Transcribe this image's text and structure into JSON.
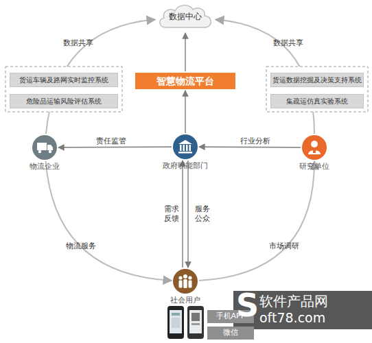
{
  "diagram": {
    "nodes": [
      {
        "text": [
          "数据中心"
        ]
      },
      {
        "text": [
          "货运车辆及路网实时监控系统"
        ]
      },
      {
        "text": [
          "智慧物流平台"
        ]
      },
      {
        "text": [
          "货运数据挖掘及决策支持系统"
        ]
      },
      {
        "text": [
          "危险品运输风险评估系统"
        ]
      },
      {
        "text": [
          "集疏运仿真实验系统"
        ]
      },
      {
        "text": [
          "物流企业"
        ]
      },
      {
        "text": [
          "政府职能部门"
        ]
      },
      {
        "text": [
          "研究单位"
        ]
      },
      {
        "text": [
          "社会用户"
        ]
      },
      {
        "text": [
          "手机APP"
        ]
      },
      {
        "text": [
          "微信"
        ]
      }
    ],
    "edges": [
      {
        "from": 6,
        "to": 0,
        "label": "数据共享",
        "arrow": "to"
      },
      {
        "from": 8,
        "to": 0,
        "label": "数据共享",
        "arrow": "to"
      },
      {
        "from": 2,
        "to": 0,
        "arrow": "to"
      },
      {
        "from": 7,
        "to": 2,
        "arrow": "to"
      },
      {
        "from": 7,
        "to": 6,
        "label": "责任监管",
        "arrow": "to"
      },
      {
        "from": 8,
        "to": 7,
        "label": "行业分析",
        "arrow": "to"
      },
      {
        "from": 6,
        "to": 9,
        "label": "物流服务",
        "arrow": "to"
      },
      {
        "from": 9,
        "to": 8,
        "label": "市场调研",
        "arrow": "to"
      },
      {
        "from": 9,
        "to": 7,
        "label": "需求 反馈",
        "arrow": "to"
      },
      {
        "from": 7,
        "to": 9,
        "label": "服务 公众",
        "arrow": "to"
      }
    ],
    "labels": [
      "S",
      "软件产品网",
      "oft78.com"
    ]
  }
}
